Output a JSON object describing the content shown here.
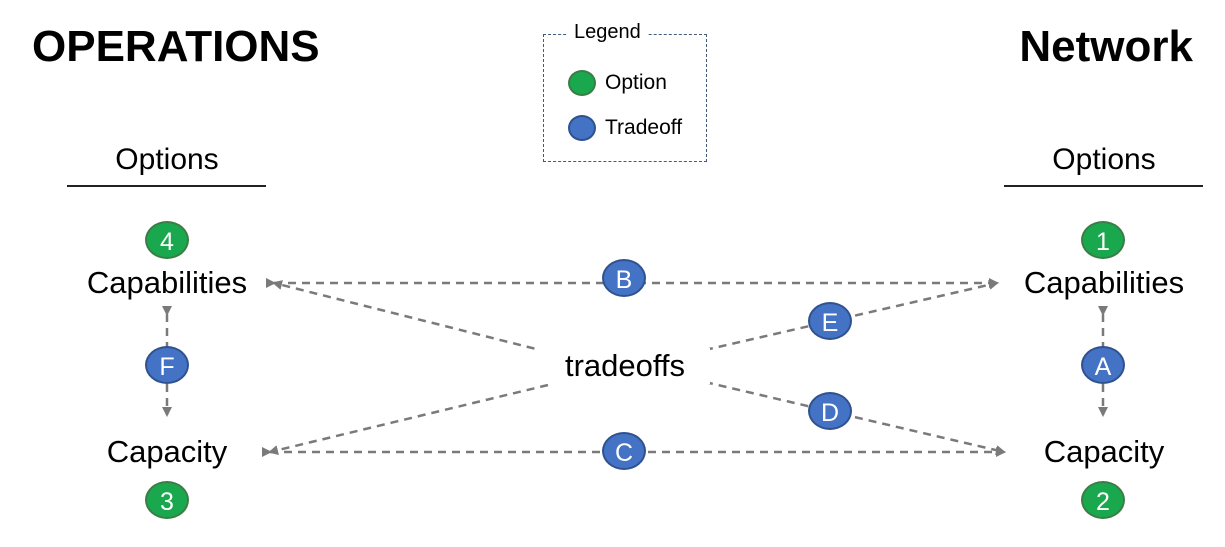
{
  "titles": {
    "left": "OPERATIONS",
    "right": "Network"
  },
  "legend": {
    "title": "Legend",
    "option_label": "Option",
    "tradeoff_label": "Tradeoff",
    "colors": {
      "option": "#1aa84f",
      "tradeoff": "#4472c4"
    }
  },
  "left": {
    "options_heading": "Options",
    "top_label": "Capabilities",
    "bottom_label": "Capacity",
    "top_option": "4",
    "bottom_option": "3",
    "tradeoff": "F"
  },
  "right": {
    "options_heading": "Options",
    "top_label": "Capabilities",
    "bottom_label": "Capacity",
    "top_option": "1",
    "bottom_option": "2",
    "tradeoff": "A"
  },
  "center": {
    "label": "tradeoffs",
    "tradeoff_top": "B",
    "tradeoff_bottom": "C",
    "tradeoff_upper_right": "E",
    "tradeoff_lower_right": "D"
  }
}
